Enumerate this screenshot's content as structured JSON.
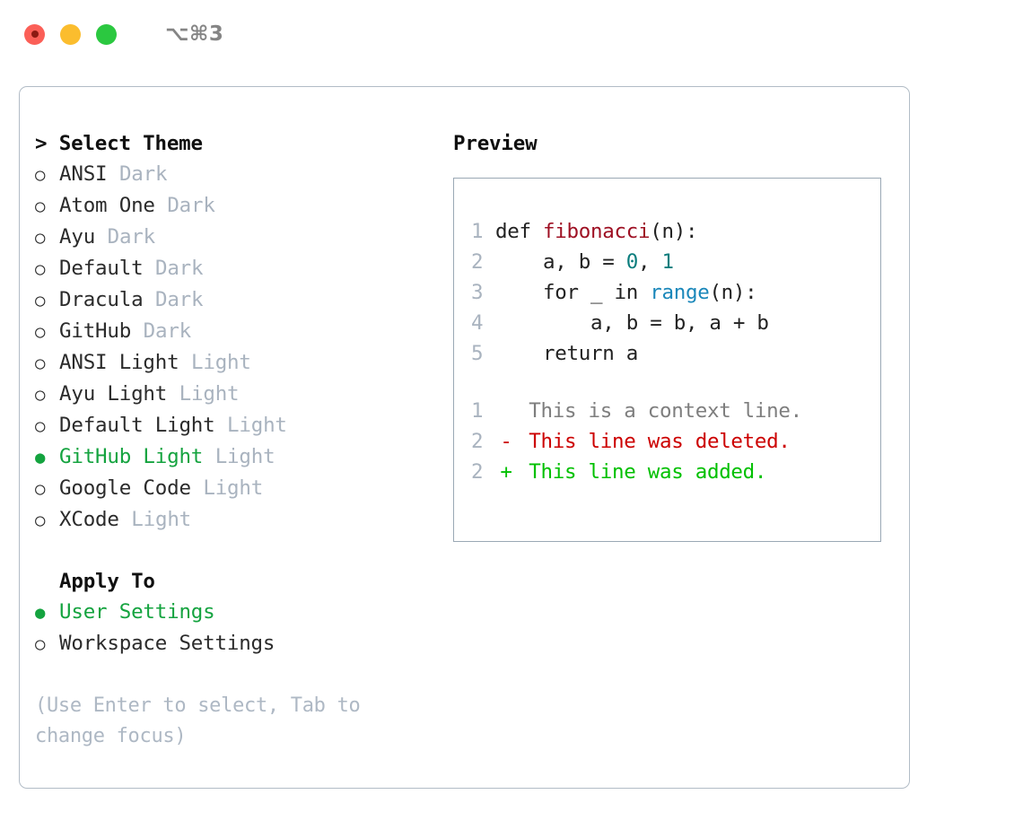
{
  "window": {
    "shortcut": "⌥⌘3",
    "traffic_lights": [
      "close-dot",
      "minimize-dot",
      "zoom-dot"
    ],
    "colors": {
      "red": "#fb5f57",
      "yellow": "#fbbd2e",
      "green": "#2bc840",
      "panel_border": "#b2bcc6",
      "preview_border": "#9aa8b5",
      "accent_green": "#14a33f",
      "muted": "#a9b3bf",
      "diff_add": "#00c000",
      "diff_del": "#cc0000"
    }
  },
  "theme_list": {
    "caret": ">",
    "title": "Select Theme",
    "marker_unselected": "○",
    "marker_selected": "●",
    "items": [
      {
        "label": "ANSI",
        "tag": "Dark",
        "selected": false
      },
      {
        "label": "Atom One",
        "tag": "Dark",
        "selected": false
      },
      {
        "label": "Ayu",
        "tag": "Dark",
        "selected": false
      },
      {
        "label": "Default",
        "tag": "Dark",
        "selected": false
      },
      {
        "label": "Dracula",
        "tag": "Dark",
        "selected": false
      },
      {
        "label": "GitHub",
        "tag": "Dark",
        "selected": false
      },
      {
        "label": "ANSI Light",
        "tag": "Light",
        "selected": false
      },
      {
        "label": "Ayu Light",
        "tag": "Light",
        "selected": false
      },
      {
        "label": "Default Light",
        "tag": "Light",
        "selected": false
      },
      {
        "label": "GitHub Light",
        "tag": "Light",
        "selected": true
      },
      {
        "label": "Google Code",
        "tag": "Light",
        "selected": false
      },
      {
        "label": "XCode",
        "tag": "Light",
        "selected": false
      }
    ]
  },
  "apply_to": {
    "title": "Apply To",
    "items": [
      {
        "label": "User Settings",
        "selected": true
      },
      {
        "label": "Workspace Settings",
        "selected": false
      }
    ]
  },
  "hint": "(Use Enter to select, Tab to change focus)",
  "preview": {
    "title": "Preview",
    "code_lines": [
      {
        "no": "1",
        "segments": [
          {
            "text": "def ",
            "type": "plain"
          },
          {
            "text": "fibonacci",
            "type": "fn"
          },
          {
            "text": "(n):",
            "type": "plain"
          }
        ]
      },
      {
        "no": "2",
        "segments": [
          {
            "text": "    a, b = ",
            "type": "plain"
          },
          {
            "text": "0",
            "type": "num"
          },
          {
            "text": ", ",
            "type": "plain"
          },
          {
            "text": "1",
            "type": "num"
          }
        ]
      },
      {
        "no": "3",
        "segments": [
          {
            "text": "    for _ in ",
            "type": "plain"
          },
          {
            "text": "range",
            "type": "call"
          },
          {
            "text": "(n):",
            "type": "plain"
          }
        ]
      },
      {
        "no": "4",
        "segments": [
          {
            "text": "        a, b = b, a + b",
            "type": "plain"
          }
        ]
      },
      {
        "no": "5",
        "segments": [
          {
            "text": "    return a",
            "type": "plain"
          }
        ]
      }
    ],
    "diff_lines": [
      {
        "no": "1",
        "mark": " ",
        "text": "This is a context line.",
        "kind": "ctx"
      },
      {
        "no": "2",
        "mark": "-",
        "text": "This line was deleted.",
        "kind": "del"
      },
      {
        "no": "2",
        "mark": "+",
        "text": "This line was added.",
        "kind": "add"
      }
    ]
  }
}
